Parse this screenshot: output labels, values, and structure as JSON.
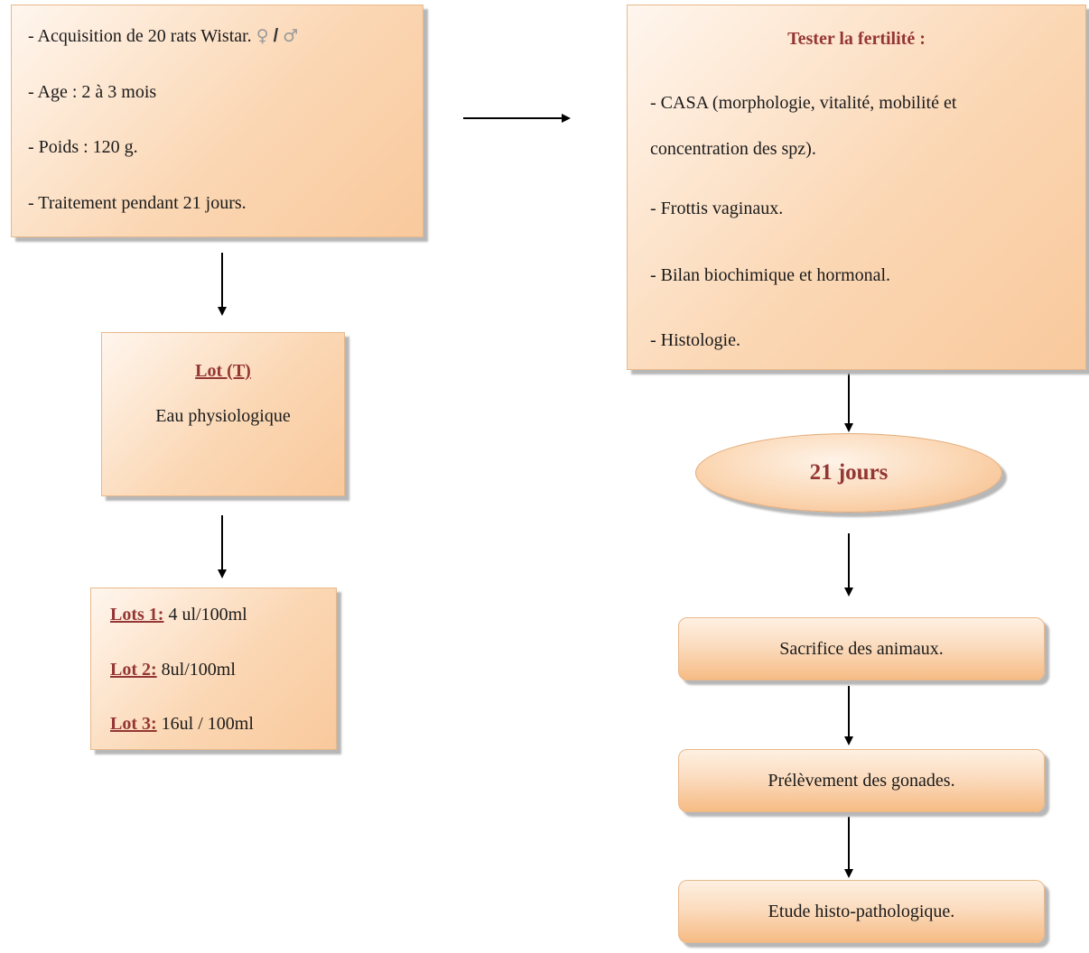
{
  "acquisition_box": {
    "lines": [
      "- Acquisition de 20 rats Wistar.",
      "- Age : 2 à 3 mois",
      "- Poids : 120 g.",
      "- Traitement pendant  21 jours."
    ],
    "female_symbol": "♀",
    "separator": "/",
    "male_symbol": "♂"
  },
  "control_box": {
    "title": "Lot (T)",
    "text": "Eau physiologique"
  },
  "lots_box": {
    "items": [
      {
        "label": "Lots 1:",
        "value": " 4 ul/100ml"
      },
      {
        "label": "Lot 2:",
        "value": " 8ul/100ml"
      },
      {
        "label": "Lot 3:",
        "value": " 16ul / 100ml"
      }
    ]
  },
  "fertility_box": {
    "title": "Tester la fertilité :",
    "lines": [
      "- CASA (morphologie, vitalité, mobilité et",
      "concentration  des spz).",
      "- Frottis vaginaux.",
      "- Bilan biochimique et hormonal.",
      "- Histologie."
    ]
  },
  "duration_ellipse": {
    "label": "21 jours"
  },
  "steps": [
    "Sacrifice des animaux.",
    "Prélèvement des gonades.",
    "Etude histo-pathologique."
  ],
  "colors": {
    "accent_text": "#943634",
    "box_fill_light": "#fff6ee",
    "box_fill_dark": "#f9c99c",
    "box_border": "#e8b88a",
    "shadow": "#b7b7b7"
  }
}
